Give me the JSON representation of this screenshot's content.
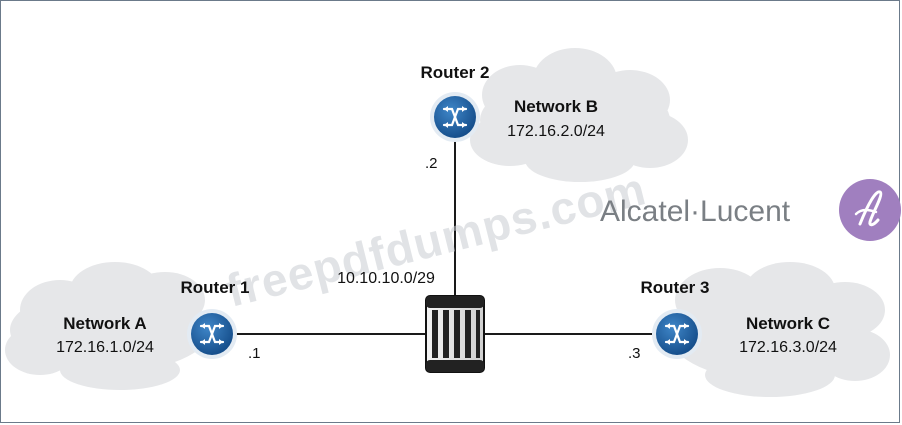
{
  "routers": [
    {
      "key": "r1",
      "label": "Router 1",
      "iface": ".1"
    },
    {
      "key": "r2",
      "label": "Router 2",
      "iface": ".2"
    },
    {
      "key": "r3",
      "label": "Router 3",
      "iface": ".3"
    }
  ],
  "networks": [
    {
      "key": "a",
      "name": "Network A",
      "prefix": "172.16.1.0/24"
    },
    {
      "key": "b",
      "name": "Network B",
      "prefix": "172.16.2.0/24"
    },
    {
      "key": "c",
      "name": "Network C",
      "prefix": "172.16.3.0/24"
    }
  ],
  "transit_subnet": "10.10.10.0/29",
  "watermark": "freepdfdumps.com",
  "brand": {
    "name": "Alcatel·Lucent"
  },
  "colors": {
    "router": "#1e5fa3",
    "router_ring": "#d8e4f0",
    "cloud": "#e6e7e9",
    "line": "#1a1a1a",
    "brand_logo": "#a07fbf"
  },
  "icons": {
    "router": "router-icon",
    "switch": "switch-icon",
    "cloud": "cloud-icon",
    "logo": "alcatel-lucent-logo-icon"
  }
}
